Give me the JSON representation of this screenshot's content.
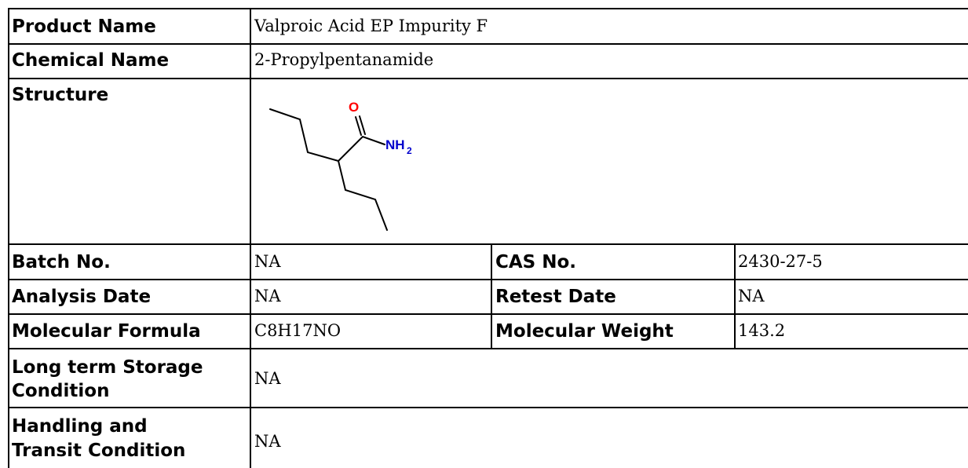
{
  "rows": {
    "product_name": {
      "label": "Product Name",
      "value": "Valproic Acid EP Impurity F"
    },
    "chemical_name": {
      "label": "Chemical Name",
      "value": "2-Propylpentanamide"
    },
    "structure": {
      "label": "Structure",
      "atoms": {
        "oxygen": "O",
        "amide": "NH",
        "subscript": "2"
      }
    },
    "batch": {
      "label": "Batch No.",
      "value": "NA",
      "label2": "CAS No.",
      "value2": "2430-27-5"
    },
    "analysis": {
      "label": "Analysis Date",
      "value": "NA",
      "label2": "Retest Date",
      "value2": "NA"
    },
    "formula": {
      "label": "Molecular Formula",
      "value": "C8H17NO",
      "label2": "Molecular Weight",
      "value2": "143.2"
    },
    "storage": {
      "label_line1": "Long term Storage",
      "label_line2": "Condition",
      "value": "NA"
    },
    "handling": {
      "label_line1": "Handling and",
      "label_line2": "Transit Condition",
      "value": "NA"
    }
  },
  "colors": {
    "oxygen": "#ff0000",
    "nitrogen": "#0000cc",
    "border": "#000000"
  }
}
